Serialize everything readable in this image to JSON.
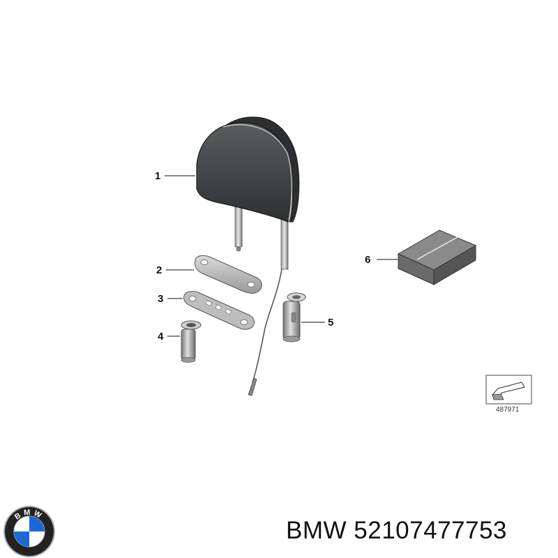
{
  "callouts": [
    "1",
    "2",
    "3",
    "4",
    "5",
    "6"
  ],
  "reference_code": "487971",
  "brand": "BMW",
  "part_number": "52107477753",
  "logo_text": "BMW",
  "logo_name": "bmw-roundel-logo",
  "colors": {
    "headrest": "#46494c",
    "box_top": "#8a8a8a",
    "box_front": "#6a6a6a",
    "box_side": "#555555",
    "logo_blue": "#1c69d4",
    "logo_ring": "#222222"
  }
}
